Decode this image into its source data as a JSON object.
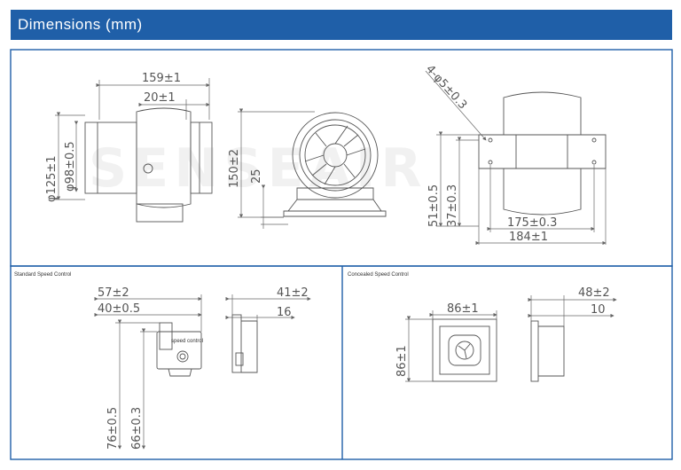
{
  "header": {
    "title": "Dimensions (mm)"
  },
  "watermark": "SENSEAIR",
  "side_view": {
    "length": "159±1",
    "flange": "20±1",
    "outer_dia": "φ125±1",
    "inner_dia": "φ98±0.5"
  },
  "front_view": {
    "height": "150±2",
    "base": "25"
  },
  "mount_view": {
    "holes": "4-φ5±0.3",
    "h1": "51±0.5",
    "h2": "37±0.3",
    "w1": "175±0.3",
    "w2": "184±1"
  },
  "standard": {
    "caption": "Standard Speed Control",
    "w1": "57±2",
    "w2": "40±0.5",
    "h1": "76±0.5",
    "h2": "66±0.3",
    "d1": "41±2",
    "d2": "16",
    "label": "speed control"
  },
  "concealed": {
    "caption": "Concealed Speed Control",
    "w": "86±1",
    "h": "86±1",
    "d1": "48±2",
    "d2": "10"
  }
}
